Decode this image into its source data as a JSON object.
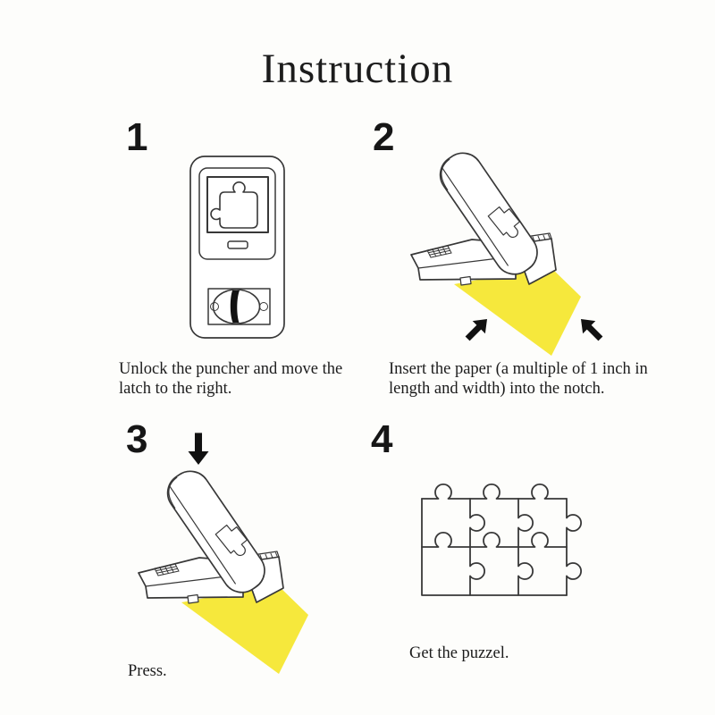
{
  "title": "Instruction",
  "colors": {
    "background": "#fdfdfb",
    "line": "#383838",
    "arrow": "#111111",
    "paper_yellow": "#f6e83c",
    "text": "#1c1c1c"
  },
  "steps": [
    {
      "number": "1",
      "caption": "Unlock the puncher and move the latch to the right.",
      "illustration": "puncher-front-view"
    },
    {
      "number": "2",
      "caption": "Insert the paper (a multiple of 1 inch in length and width) into the notch.",
      "illustration": "puncher-open-with-paper-inserted"
    },
    {
      "number": "3",
      "caption": "Press.",
      "illustration": "puncher-open-pressing-paper"
    },
    {
      "number": "4",
      "caption": "Get the puzzel.",
      "illustration": "finished-puzzle-grid"
    }
  ]
}
